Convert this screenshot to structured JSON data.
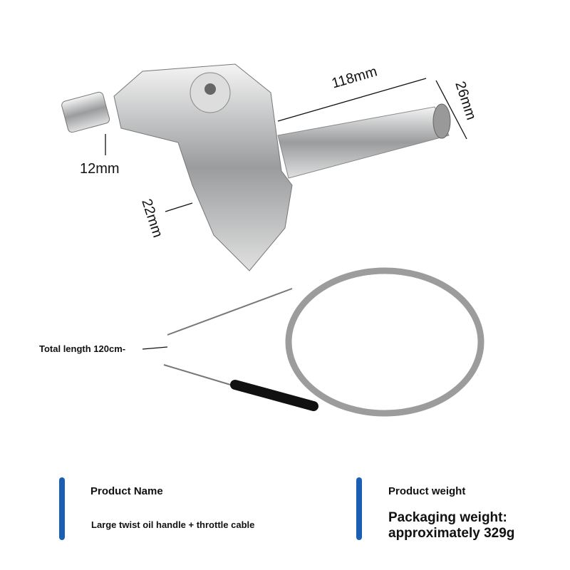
{
  "dimensions": {
    "length": "118mm",
    "diameter": "26mm",
    "adjuster": "12mm",
    "bar_clamp": "22mm"
  },
  "cable": {
    "label": "Total length 120cm-"
  },
  "info": {
    "name_heading": "Product Name",
    "name_value": "Large twist oil handle + throttle cable",
    "weight_heading": "Product weight",
    "weight_line1": "Packaging weight:",
    "weight_line2": "approximately 329g"
  },
  "colors": {
    "accent": "#1a5fb4",
    "metal": "#c8cacc"
  }
}
